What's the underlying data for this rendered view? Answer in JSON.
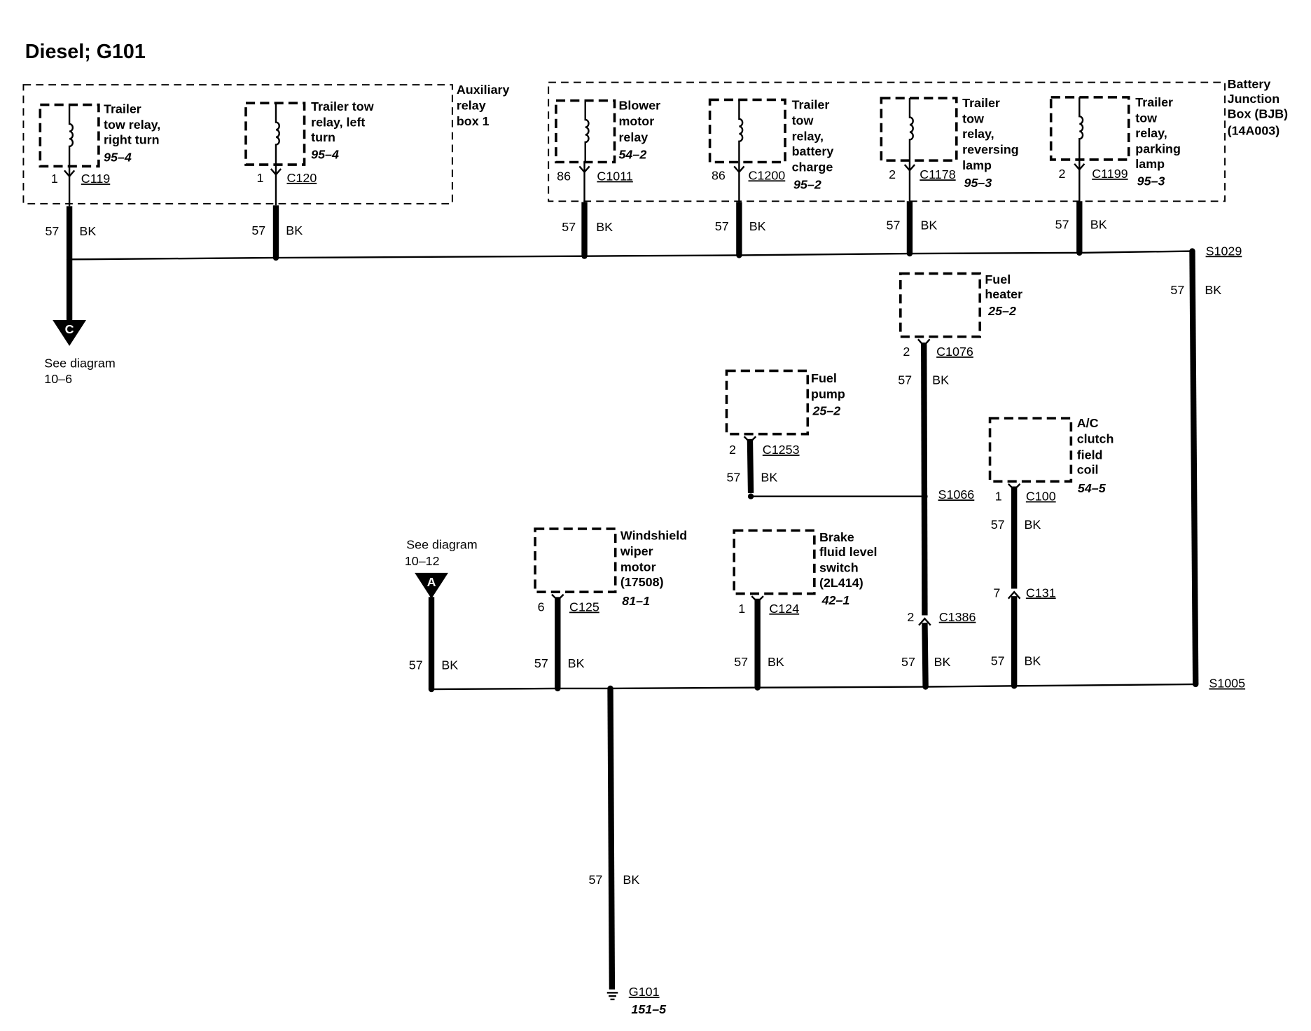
{
  "title": "Diesel; G101",
  "auxiliary_relay_box": {
    "label": [
      "Auxiliary",
      "relay",
      "box 1"
    ]
  },
  "battery_junction_box": {
    "label": [
      "Battery",
      "Junction",
      "Box (BJB)",
      "(14A003)"
    ]
  },
  "components": {
    "trailer_tow_relay_right_turn": {
      "label": [
        "Trailer",
        "tow relay,",
        "right turn"
      ],
      "page": "95–4",
      "pin": "1",
      "connector": "C119",
      "circuit": "57",
      "color": "BK"
    },
    "trailer_tow_relay_left_turn": {
      "label": [
        "Trailer tow",
        "relay, left",
        "turn"
      ],
      "page": "95–4",
      "pin": "1",
      "connector": "C120",
      "circuit": "57",
      "color": "BK"
    },
    "blower_motor_relay": {
      "label": [
        "Blower",
        "motor",
        "relay"
      ],
      "page": "54–2",
      "pin": "86",
      "connector": "C1011",
      "circuit": "57",
      "color": "BK"
    },
    "trailer_tow_relay_battery_charge": {
      "label": [
        "Trailer",
        "tow",
        "relay,",
        "battery",
        "charge"
      ],
      "page": "95–2",
      "pin": "86",
      "connector": "C1200",
      "circuit": "57",
      "color": "BK"
    },
    "trailer_tow_relay_reversing_lamp": {
      "label": [
        "Trailer",
        "tow",
        "relay,",
        "reversing",
        "lamp"
      ],
      "page": "95–3",
      "pin": "2",
      "connector": "C1178",
      "circuit": "57",
      "color": "BK"
    },
    "trailer_tow_relay_parking_lamp": {
      "label": [
        "Trailer",
        "tow",
        "relay,",
        "parking",
        "lamp"
      ],
      "page": "95–3",
      "pin": "2",
      "connector": "C1199",
      "circuit": "57",
      "color": "BK"
    },
    "fuel_heater": {
      "label": [
        "Fuel",
        "heater"
      ],
      "page": "25–2",
      "pin": "2",
      "connector": "C1076",
      "circuit": "57",
      "color": "BK"
    },
    "fuel_pump": {
      "label": [
        "Fuel",
        "pump"
      ],
      "page": "25–2",
      "pin": "2",
      "connector": "C1253",
      "circuit": "57",
      "color": "BK"
    },
    "ac_clutch_field_coil": {
      "label": [
        "A/C",
        "clutch",
        "field",
        "coil"
      ],
      "page": "54–5",
      "pin": "1",
      "connector": "C100",
      "circuit": "57",
      "color": "BK"
    },
    "windshield_wiper_motor": {
      "label": [
        "Windshield",
        "wiper",
        "motor",
        "(17508)"
      ],
      "page": "81–1",
      "pin": "6",
      "connector": "C125",
      "circuit": "57",
      "color": "BK"
    },
    "brake_fluid_level_switch": {
      "label": [
        "Brake",
        "fluid level",
        "switch",
        "(2L414)"
      ],
      "page": "42–1",
      "pin": "1",
      "connector": "C124",
      "circuit": "57",
      "color": "BK"
    }
  },
  "inline_connectors": {
    "c1386": {
      "pin": "2",
      "connector": "C1386",
      "circuit": "57",
      "color": "BK"
    },
    "c131": {
      "pin": "7",
      "connector": "C131",
      "circuit": "57",
      "color": "BK"
    }
  },
  "splices": {
    "s1029": {
      "label": "S1029",
      "circuit": "57",
      "color": "BK"
    },
    "s1066": {
      "label": "S1066"
    },
    "s1005": {
      "label": "S1005"
    }
  },
  "off_page": {
    "c": {
      "letter": "C",
      "label": [
        "See diagram",
        "10–6"
      ]
    },
    "a": {
      "letter": "A",
      "label": [
        "See diagram",
        "10–12"
      ],
      "circuit": "57",
      "color": "BK"
    }
  },
  "ground": {
    "label": "G101",
    "page": "151–5",
    "circuit": "57",
    "color": "BK"
  }
}
